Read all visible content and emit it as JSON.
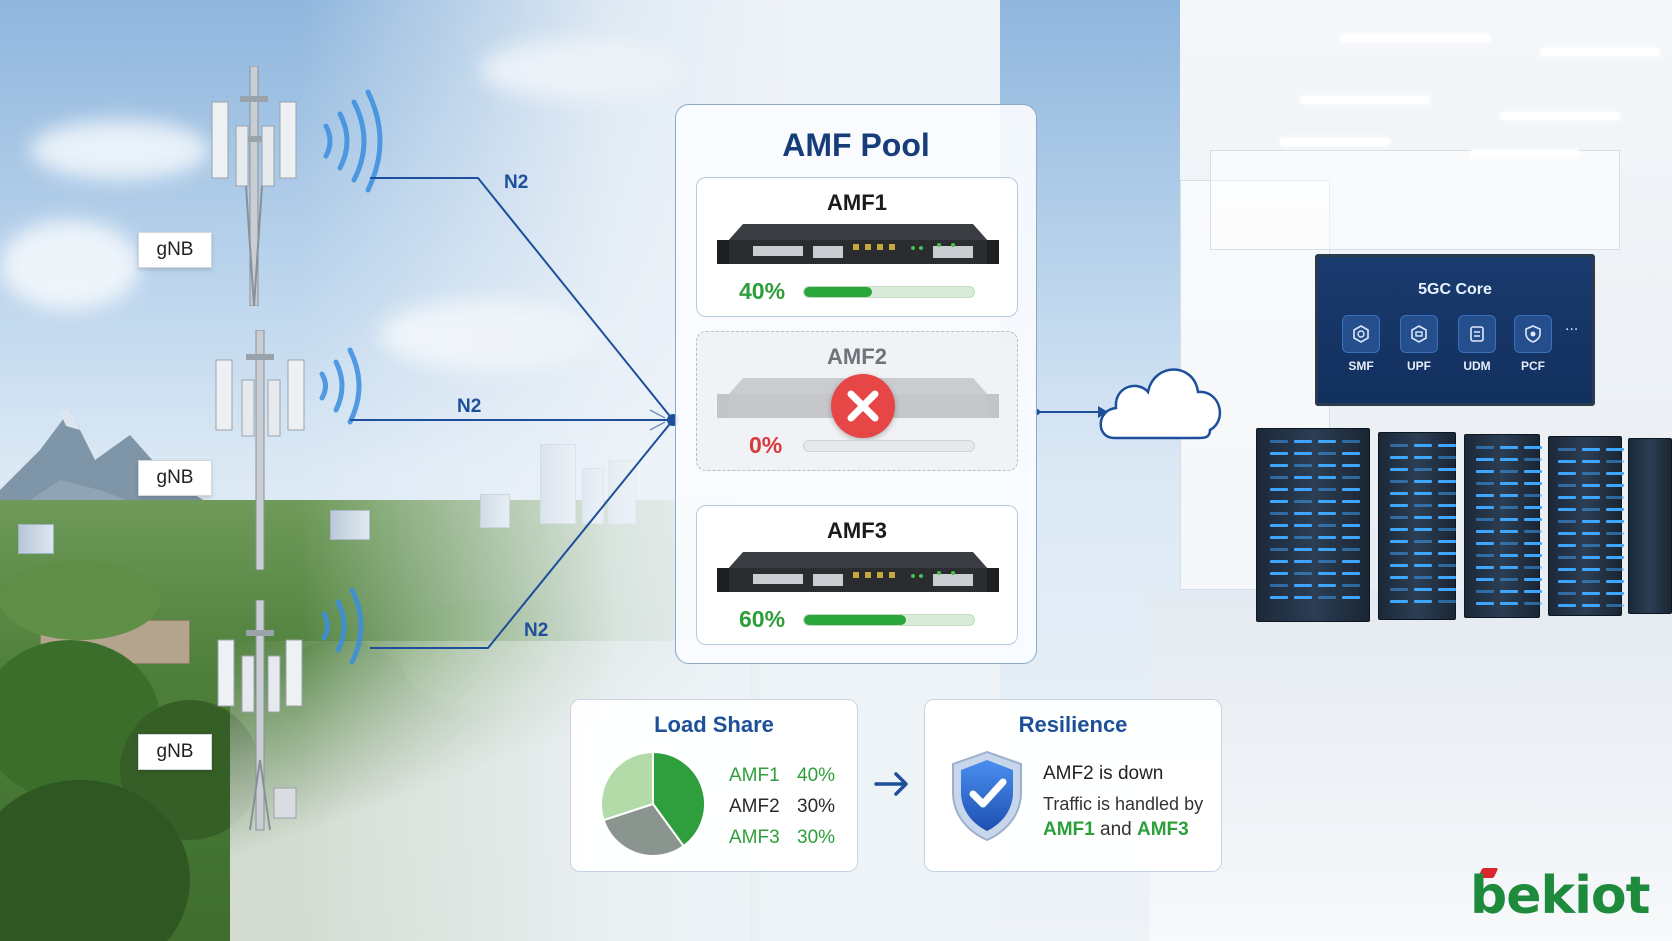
{
  "pool": {
    "title": "AMF Pool"
  },
  "amfs": [
    {
      "name": "AMF1",
      "load_label": "40%",
      "load": 0.4,
      "status": "up"
    },
    {
      "name": "AMF2",
      "load_label": "0%",
      "load": 0.0,
      "status": "down"
    },
    {
      "name": "AMF3",
      "load_label": "60%",
      "load": 0.6,
      "status": "up"
    }
  ],
  "gnbs": [
    {
      "label": "gNB"
    },
    {
      "label": "gNB"
    },
    {
      "label": "gNB"
    }
  ],
  "links": [
    {
      "label": "N2"
    },
    {
      "label": "N2"
    },
    {
      "label": "N2"
    }
  ],
  "core_screen": {
    "title": "5GC Core",
    "functions": [
      "SMF",
      "UPF",
      "UDM",
      "PCF"
    ],
    "more": "..."
  },
  "load_share": {
    "title": "Load Share",
    "rows": [
      {
        "name": "AMF1",
        "value": "40%"
      },
      {
        "name": "AMF2",
        "value": "30%"
      },
      {
        "name": "AMF3",
        "value": "30%"
      }
    ],
    "slices": [
      {
        "name": "AMF1",
        "value": 40,
        "color": "#2f9e3d"
      },
      {
        "name": "AMF2",
        "value": 30,
        "color": "#8a9590"
      },
      {
        "name": "AMF3",
        "value": 30,
        "color": "#b2dba8"
      }
    ]
  },
  "resilience": {
    "title": "Resilience",
    "headline": "AMF2 is down",
    "line1": "Traffic is handled by",
    "amf_a": "AMF1",
    "conj": "and",
    "amf_b": "AMF3"
  },
  "brand": {
    "logo_text": "bekiot"
  }
}
